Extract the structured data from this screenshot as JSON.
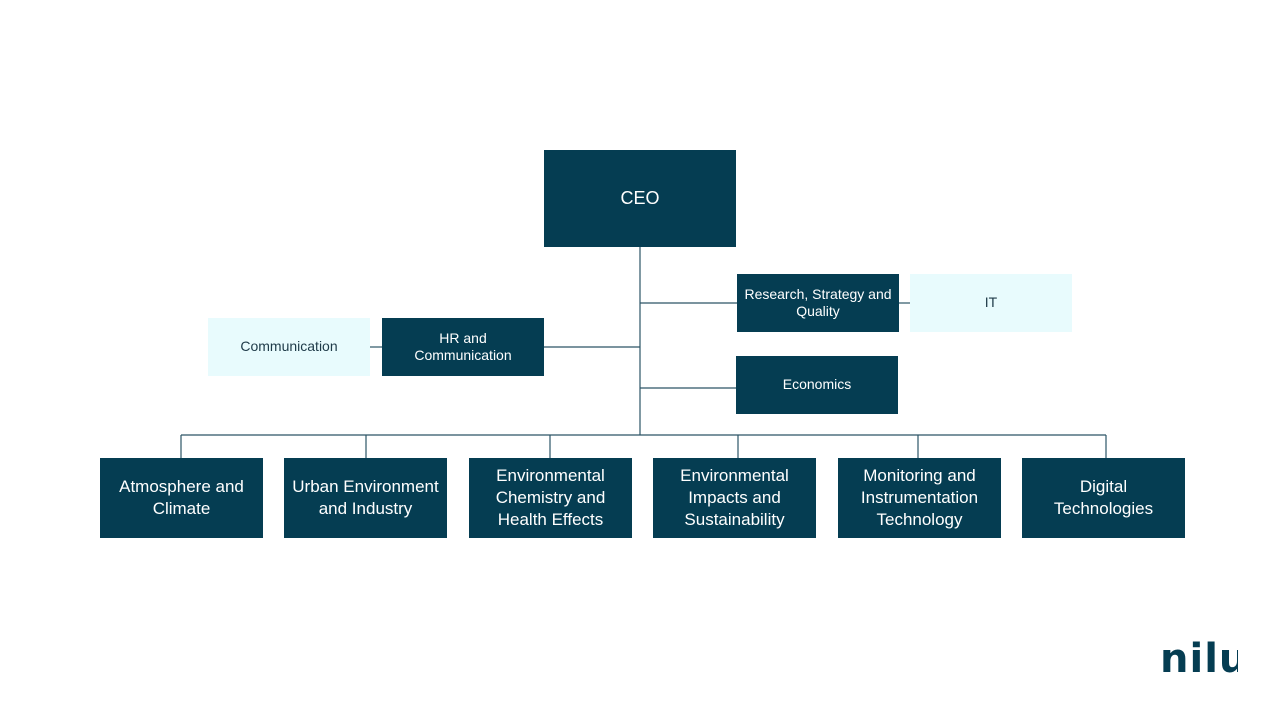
{
  "org_chart": {
    "ceo": "CEO",
    "staff": {
      "research": "Research, Strategy and Quality",
      "it": "IT",
      "hr": "HR and Communication",
      "communication": "Communication",
      "economics": "Economics"
    },
    "departments": [
      "Atmosphere and Climate",
      "Urban Environment and Industry",
      "Environmental Chemistry and Health Effects",
      "Environmental Impacts and Sustainability",
      "Monitoring and Instrumentation Technology",
      "Digital Technologies"
    ]
  },
  "logo": {
    "text": "nilu",
    "color": "#053d52"
  },
  "colors": {
    "dark_box": "#053d52",
    "light_box": "#e8fbfd",
    "connector": "#2c5566"
  }
}
